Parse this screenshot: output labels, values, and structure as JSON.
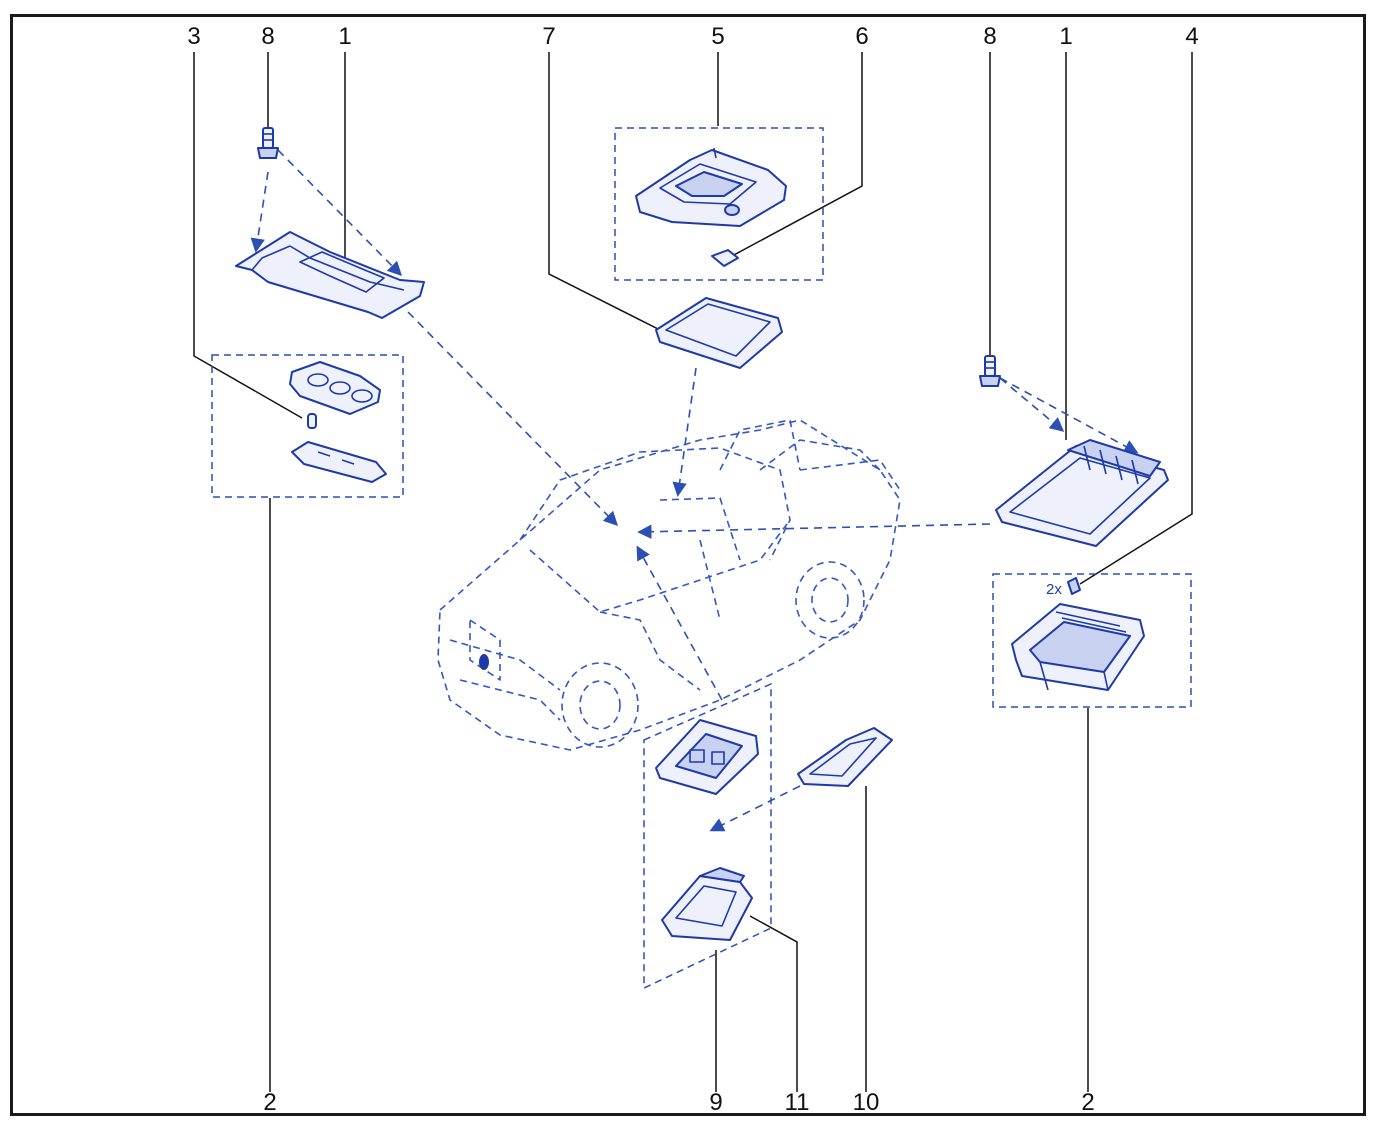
{
  "diagram": {
    "callouts": [
      {
        "id": "c3-top",
        "label": "3"
      },
      {
        "id": "c8-top-left",
        "label": "8"
      },
      {
        "id": "c1-top-left",
        "label": "1"
      },
      {
        "id": "c7-top",
        "label": "7"
      },
      {
        "id": "c5-top",
        "label": "5"
      },
      {
        "id": "c6-top",
        "label": "6"
      },
      {
        "id": "c8-top-right",
        "label": "8"
      },
      {
        "id": "c1-top-right",
        "label": "1"
      },
      {
        "id": "c4-top",
        "label": "4"
      },
      {
        "id": "c2-bottom-left",
        "label": "2"
      },
      {
        "id": "c9-bottom",
        "label": "9"
      },
      {
        "id": "c11-bottom",
        "label": "11"
      },
      {
        "id": "c10-bottom",
        "label": "10"
      },
      {
        "id": "c2-bottom-right",
        "label": "2"
      }
    ],
    "quantity_note": "2x",
    "colors": {
      "line_art": "#1d3aa8",
      "frame": "#1a1a1a",
      "callout_text": "#111111"
    }
  }
}
